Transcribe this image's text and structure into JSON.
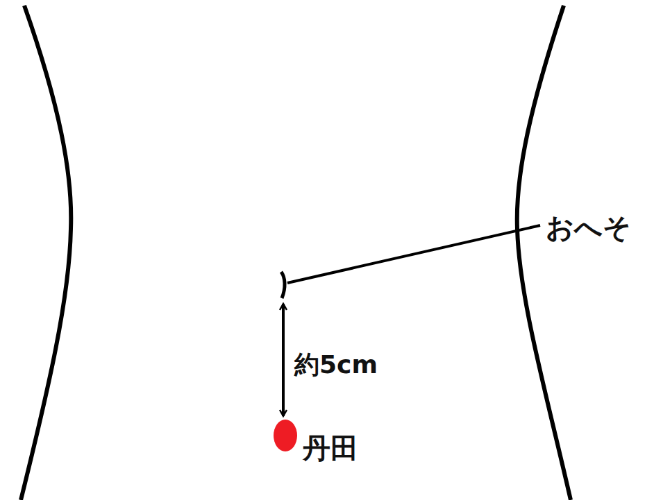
{
  "diagram": {
    "labels": [
      "おへそ",
      "約5cm",
      "丹田"
    ]
  }
}
